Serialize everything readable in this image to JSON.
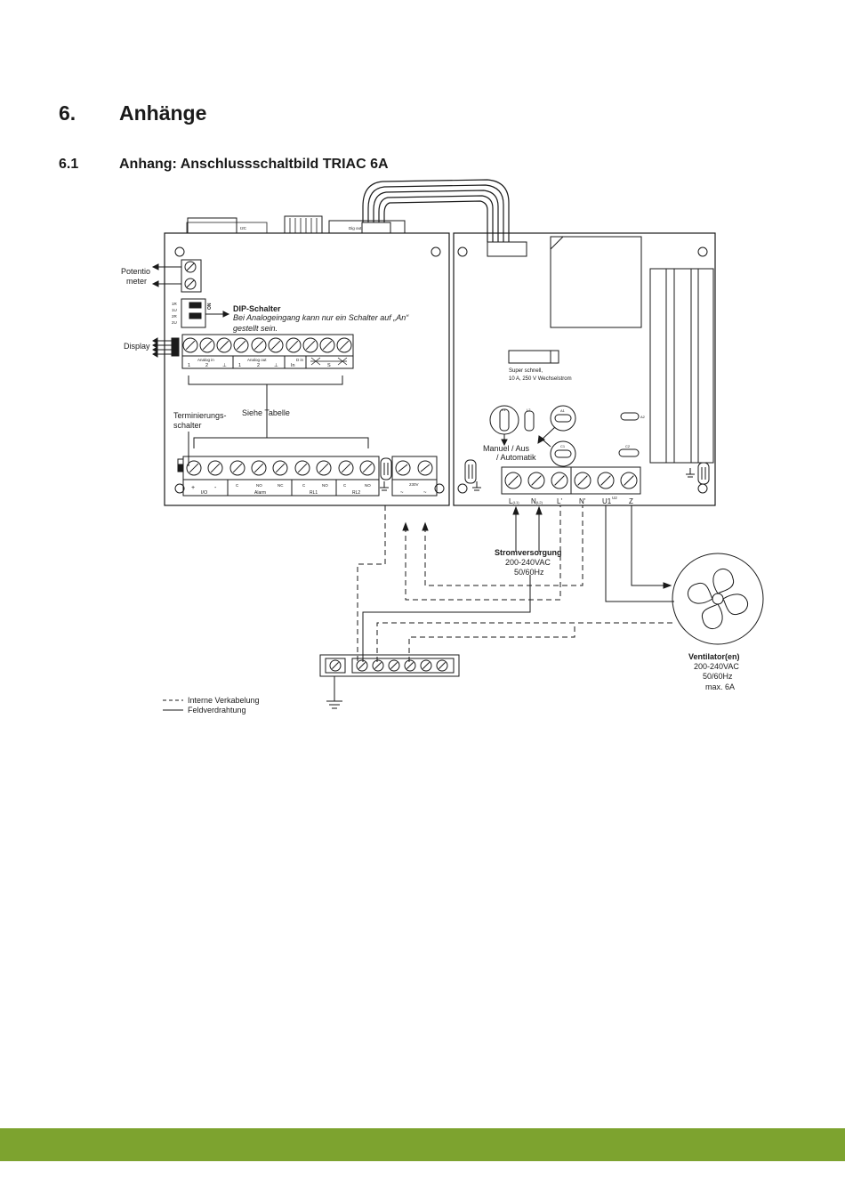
{
  "heading": {
    "number": "6.",
    "title": "Anhänge"
  },
  "subheading": {
    "number": "6.1",
    "title": "Anhang: Anschlussschaltbild TRIAC 6A"
  },
  "labels": {
    "i2c": "I2C",
    "dig_out": "Dig out",
    "potentiometer_1": "Potentio",
    "potentiometer_2": "meter",
    "dip_on": "ON",
    "dip_1r": "1R",
    "dip_1u": "1U",
    "dip_2r": "2R",
    "dip_2u": "2U",
    "dip_title": "DIP-Schalter",
    "dip_note_1": "Bei Analogeingang kann nur ein Schalter auf „An“",
    "dip_note_2": "gestellt sein.",
    "display": "Display",
    "analog_in": "Analog in",
    "analog_out": "Analog out",
    "d_in": "D in",
    "t1": "1",
    "t2": "2",
    "tgnd": "⊥",
    "t_in": "In",
    "t_s": "S",
    "terminierung_1": "Terminierungs-",
    "terminierung_2": "schalter",
    "siehe_tabelle": "Siehe Tabelle",
    "plus": "+",
    "minus": "-",
    "io": "I/O",
    "c": "C",
    "no": "NO",
    "nc": "NC",
    "alarm": "Alarm",
    "rl1": "RL1",
    "rl2": "RL2",
    "v230": "230V",
    "tilde": "~",
    "fuse_1": "Super schnell,",
    "fuse_2": "10 A, 250 V Wechselstrom",
    "l1": "L1",
    "l2": "L2",
    "a1": "A1",
    "a2": "A2",
    "c1": "C1",
    "c2": "C2",
    "manuel_1": "Manuel  / Aus",
    "manuel_2": "/ Automatik",
    "term_l": "L",
    "term_l_sub": "(L1)",
    "term_n": "N",
    "term_n_sub": "(L2)",
    "term_lp": "L'",
    "term_np": "N'",
    "term_u1": "U1",
    "term_u2": "U2",
    "term_z": "Z",
    "strom_title": "Stromversorgung",
    "strom_v": "200-240VAC",
    "strom_hz": "50/60Hz",
    "vent_title": "Ventilator(en)",
    "vent_v": "200-240VAC",
    "vent_hz": "50/60Hz",
    "vent_max": "max. 6A",
    "legend_intern": "Interne Verkabelung",
    "legend_feld": "Feldverdrahtung"
  },
  "colors": {
    "footer": "#7da32f",
    "line": "#1a1a1a"
  }
}
